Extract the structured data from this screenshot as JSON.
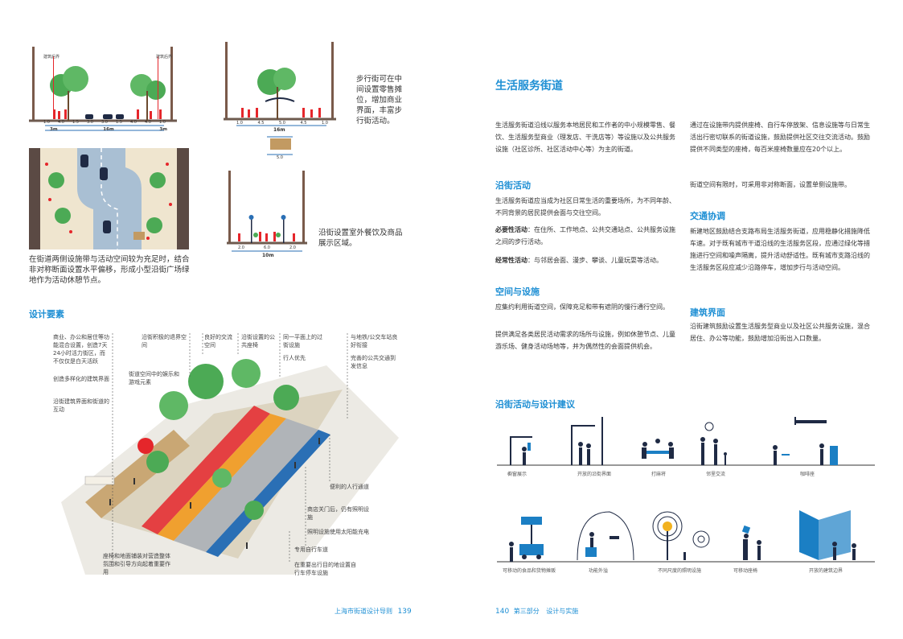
{
  "left_page": {
    "section_title": "设计要素",
    "captions": {
      "section_top_right": "步行街可在中间设置零售摊位，增加商业界面，丰富步行街活动。",
      "plan_caption": "在街道两侧设施带与活动空间较为充足时，结合非对称断面设置水平偏移，形成小型沿街广场绿地作为活动休憩节点。",
      "section_mid_right": "沿街设置室外餐饮及商品展示区域。"
    },
    "section1": {
      "left_label": "建筑后界",
      "right_label": "建筑后界",
      "dims": [
        "1.0",
        "4.0",
        "1.5",
        "3.0",
        "3.0",
        "1.5",
        "4.0",
        "4.0",
        "1.0"
      ],
      "totals": [
        "3m",
        "16m",
        "3m"
      ]
    },
    "section2": {
      "dims": [
        "1.0",
        "4.5",
        "5.0",
        "4.5",
        "1.0"
      ],
      "total": "16m",
      "sub": "5.0"
    },
    "section3": {
      "dims": [
        "2.0",
        "6.0",
        "2.0"
      ],
      "total": "10m"
    },
    "annotations": {
      "a1": "商业、办公和居住等功能混合设置，创造7天24小时活力街区，而不仅仅是白天活跃",
      "a2": "创造多样化的建筑界面",
      "a3": "沿街建筑界面和街道的互动",
      "a4": "沿街积极的退界空间",
      "a5": "街道空间中的娱乐和游戏元素",
      "a6": "良好的交流空间",
      "a7": "沿街设置的公共座椅",
      "a8": "同一平面上的过街设施",
      "a9": "行人优先",
      "a10": "与地铁/公交车站良好衔接",
      "a11": "完善的公共交通到发信息",
      "a12": "便利的人行通道",
      "a13": "商店关门后，仍有照明设施",
      "a14": "照明设施使用太阳能充电",
      "a15": "专用自行车道",
      "a16": "在重要出行目的地设置自行车停车设施",
      "a17": "座椅和地面铺装对营造整体氛围和引导方向起着重要作用"
    },
    "footer": "上海市街道设计导则",
    "page_number": "139"
  },
  "right_page": {
    "title": "生活服务街道",
    "intro": "生活服务街道沿线以服务本地居民和工作者的中小规模零售、餐饮、生活服务型商业（理发店、干洗店等）等设施以及公共服务设施（社区诊所、社区活动中心等）为主的街道。",
    "col2_p1": "通过在设施带内提供座椅、自行车停放架、信息设施等与日常生活出行密切联系的街道设施，鼓励提供社区交往交流活动。鼓励提供不同类型的座椅，每百米座椅数量应在20个以上。",
    "col2_p2": "街道空间有限时，可采用非对称断面，设置单侧设施带。",
    "h_activity": "沿街活动",
    "activity_p": "生活服务街道应当成为社区日常生活的重要场所，为不同年龄、不同背景的居民提供会面与交往空间。",
    "necessary_label": "必要性活动",
    "necessary_text": "：在住所、工作地点、公共交通站点、公共服务设施之间的步行活动。",
    "regular_label": "经常性活动",
    "regular_text": "：与邻居会面、漫步、攀谈、儿童玩耍等活动。",
    "h_space": "空间与设施",
    "space_p1": "应集约利用街道空间，保障充足和带有遮阴的慢行通行空间。",
    "space_p2": "提供满足各类居民活动需求的场所与设施，例如休憩节点、儿童游乐场、健身活动场地等，并为偶然性的会面提供机会。",
    "h_traffic": "交通协调",
    "traffic_p": "新建地区鼓励结合支路布局生活服务街道，应用稳静化措施降低车速。对于既有城市干道沿线的生活服务区段，应通过绿化等措施进行空间和噪声隔离，提升活动舒适性。既有城市支路沿线的生活服务区段应减少沿路停车，增加步行与活动空间。",
    "h_building": "建筑界面",
    "building_p": "沿街建筑鼓励设置生活服务型商业以及社区公共服务设施，混合居住、办公等功能，鼓励增加沿街出入口数量。",
    "h_suggest": "沿街活动与设计建议",
    "icons_row1": [
      "橱窗展示",
      "开放的沿街界面",
      "打麻将",
      "邻里交流",
      "咖啡座"
    ],
    "icons_row2": [
      "可移动的食品和货物摊贩",
      "功能外溢",
      "不同尺度的照明设施",
      "可移动座椅",
      "开放的建筑边界"
    ],
    "footer_num": "140",
    "footer_part": "第三部分",
    "footer_title": "设计与实施"
  },
  "colors": {
    "accent": "#1e8fd4",
    "tree": "#4caa55",
    "red_figures": "#e5262b",
    "road": "#a9bfd3",
    "blue_icon": "#1b7fc4"
  }
}
